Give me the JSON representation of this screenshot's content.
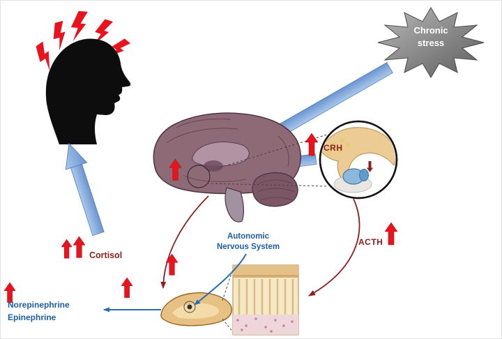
{
  "labels": {
    "chronic_stress": {
      "line1": "Chronic",
      "line2": "stress"
    },
    "crh": "CRH",
    "cortisol": "Cortisol",
    "autonomic": {
      "line1": "Autonomic",
      "line2": "Nervous System"
    },
    "acth": "ACTH",
    "norepinephrine": "Norepinephrine",
    "epinephrine": "Epinephrine"
  },
  "colors": {
    "red_arrow": "#e8131c",
    "maroon": "#8b2020",
    "blue_text": "#1d5fa7",
    "blue_arrow_light": "#a9c7ec",
    "blue_arrow_dark": "#6b94cf",
    "blue_line": "#2b6cb0",
    "starburst_light": "#b5b5b5",
    "starburst_dark": "#636363",
    "head_black": "#0d0d0d",
    "brain": "#8d6a75",
    "cerebellum": "#7b5766",
    "gland": "#e7c083",
    "inset_tan": "#eccb94",
    "pituitary_blue": "#8ab9dd"
  }
}
